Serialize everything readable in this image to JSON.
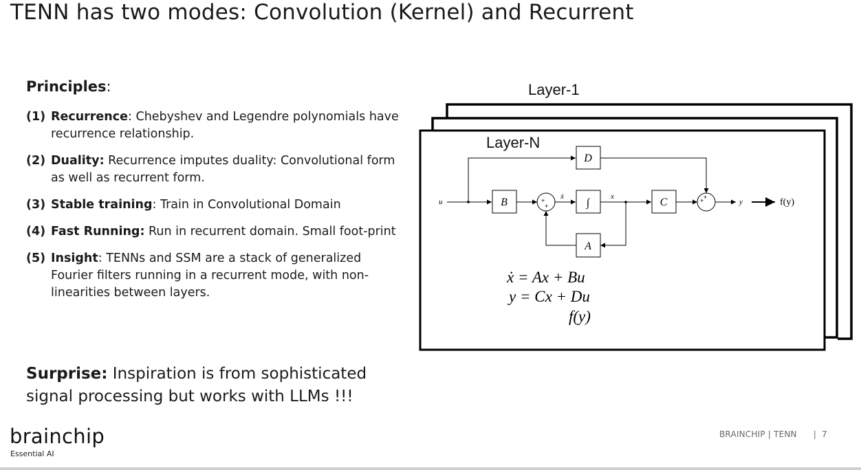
{
  "title": "TENN has two modes: Convolution (Kernel) and Recurrent",
  "principles": {
    "heading": "Principles",
    "colon": ":",
    "items": [
      {
        "num": "(1)",
        "label": "Recurrence",
        "text": ": Chebyshev and Legendre polynomials have recurrence relationship."
      },
      {
        "num": "(2)",
        "label": "Duality:",
        "text": " Recurrence imputes duality: Convolutional form as well as recurrent form."
      },
      {
        "num": "(3)",
        "label": "Stable training",
        "text": ": Train in Convolutional Domain"
      },
      {
        "num": "(4)",
        "label": "Fast Running:",
        "text": " Run in recurrent domain. Small foot-print"
      },
      {
        "num": "(5)",
        "label": "Insight",
        "text": ": TENNs and SSM are a stack of generalized Fourier filters running in a recurrent mode, with non-linearities between layers."
      }
    ]
  },
  "surprise": {
    "label": "Surprise:",
    "text": " Inspiration is from sophisticated signal processing but works with LLMs !!!"
  },
  "diagram": {
    "layer_1": "Layer-1",
    "layer_n": "Layer-N",
    "input": "u",
    "blocks": {
      "B": "B",
      "integrator": "∫",
      "C": "C",
      "D": "D",
      "A": "A"
    },
    "x_dot": "ẋ",
    "x": "x",
    "y": "y",
    "fy_out": "f(y)",
    "sum_signs": {
      "sum1_left": "+",
      "sum1_bottom": "+",
      "sum2_left": "+",
      "sum2_top": "+"
    },
    "equations": [
      "ẋ = Ax + Bu",
      "y = Cx + Du",
      "f(y)"
    ]
  },
  "brand": {
    "logo": "brainchip",
    "tagline": "Essential AI"
  },
  "footer": {
    "text": "BRAINCHIP | TENN",
    "sep": "|",
    "page": "7"
  },
  "colors": {
    "text": "#1a1a1a",
    "footer": "#666666",
    "diagram_line": "#000000"
  }
}
